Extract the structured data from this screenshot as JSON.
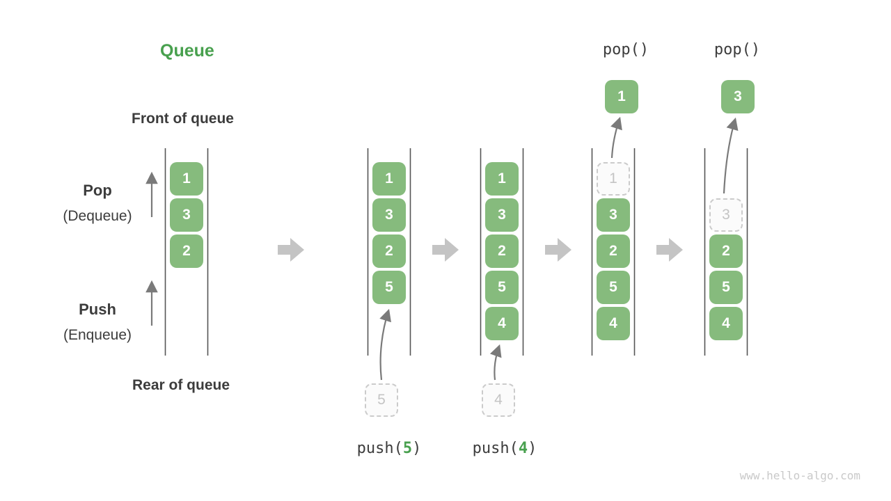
{
  "title": "Queue",
  "side_labels": {
    "front": "Front of queue",
    "rear": "Rear of queue",
    "pop": "Pop",
    "pop_sub": "(Dequeue)",
    "push": "Push",
    "push_sub": "(Enqueue)"
  },
  "states": {
    "s1": {
      "c1": "1",
      "c2": "3",
      "c3": "2"
    },
    "s2": {
      "c1": "1",
      "c2": "3",
      "c3": "2",
      "c4": "5",
      "incoming": "5",
      "op_pre": "push(",
      "op_arg": "5",
      "op_post": ")"
    },
    "s3": {
      "c1": "1",
      "c2": "3",
      "c3": "2",
      "c4": "5",
      "c5": "4",
      "incoming": "4",
      "op_pre": "push(",
      "op_arg": "4",
      "op_post": ")"
    },
    "s4": {
      "g1": "1",
      "c2": "3",
      "c3": "2",
      "c4": "5",
      "c5": "4",
      "popped": "1",
      "op": "pop()"
    },
    "s5": {
      "g2": "3",
      "c3": "2",
      "c4": "5",
      "c5": "4",
      "popped": "3",
      "op": "pop()"
    }
  },
  "watermark": "www.hello-algo.com",
  "palette": {
    "cell_green": "#86BB7D",
    "accent_green": "#48A04E",
    "text_dark": "#3C3C3C",
    "wall_gray": "#555555",
    "thin_arrow_gray": "#7A7A7A",
    "block_arrow_gray": "#C4C4C4",
    "ghost_border": "#CBCBCB",
    "ghost_text": "#C4C4C4",
    "watermark_gray": "#C9C9C9",
    "bg": "#FFFFFF"
  }
}
